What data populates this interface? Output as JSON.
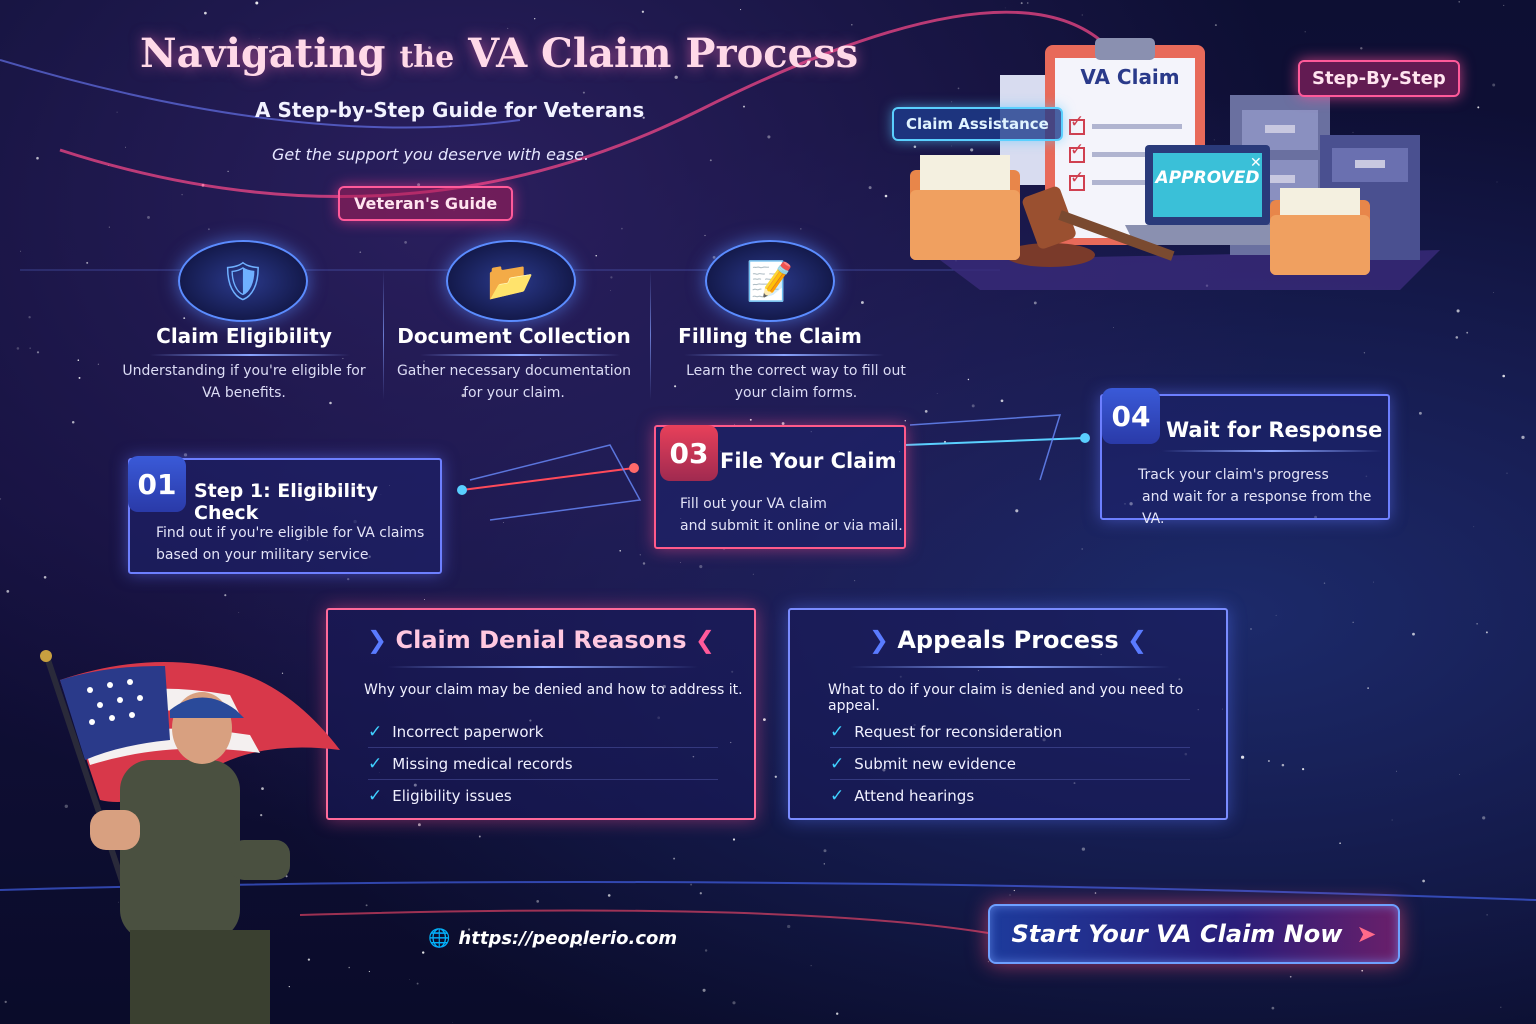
{
  "header": {
    "title_part1": "Navigating ",
    "title_part2": "the",
    "title_part3": " VA Claim Process",
    "subtitle": "A Step-by-Step Guide for Veterans",
    "tagline": "Get the support you deserve with ease.",
    "badge": "Veteran's Guide"
  },
  "illustration": {
    "clipboard_title": "VA Claim",
    "laptop_stamp": "APPROVED",
    "tag_assistance": "Claim Assistance",
    "tag_step": "Step-By-Step"
  },
  "features": [
    {
      "icon": "shield-check-icon",
      "title": "Claim Eligibility",
      "desc1": "Understanding if you're eligible for",
      "desc2": "VA benefits."
    },
    {
      "icon": "folder-icon",
      "title": "Document Collection",
      "desc1": "Gather necessary documentation",
      "desc2": "for your claim."
    },
    {
      "icon": "form-pen-icon",
      "title": "Filling the Claim",
      "desc1": "Learn the correct way to fill out",
      "desc2": "your claim forms."
    }
  ],
  "steps": [
    {
      "num": "01",
      "title": "Step 1: Eligibility Check",
      "desc1": "Find out if you're eligible for VA claims",
      "desc2": "based on your military service"
    },
    {
      "num": "03",
      "title": "File Your Claim",
      "desc1": "Fill out your VA claim",
      "desc2": "and submit it online or via mail."
    },
    {
      "num": "04",
      "title": "Wait for Response",
      "desc1": "Track your claim's progress",
      "desc2": "and wait for a response from the VA."
    }
  ],
  "denial": {
    "title": "Claim Denial Reasons",
    "desc": "Why your claim may be denied and how to address it.",
    "items": [
      "Incorrect paperwork",
      "Missing medical records",
      "Eligibility issues"
    ]
  },
  "appeals": {
    "title": "Appeals Process",
    "desc": "What to do if your claim is denied and you need to appeal.",
    "items": [
      "Request for reconsideration",
      "Submit new evidence",
      "Attend hearings"
    ]
  },
  "footer": {
    "url": "https://peoplerio.com",
    "cta": "Start Your VA Claim Now"
  },
  "colors": {
    "accent_pink": "#ff5a9a",
    "accent_blue": "#5b8cff",
    "check": "#3fd0ff"
  }
}
